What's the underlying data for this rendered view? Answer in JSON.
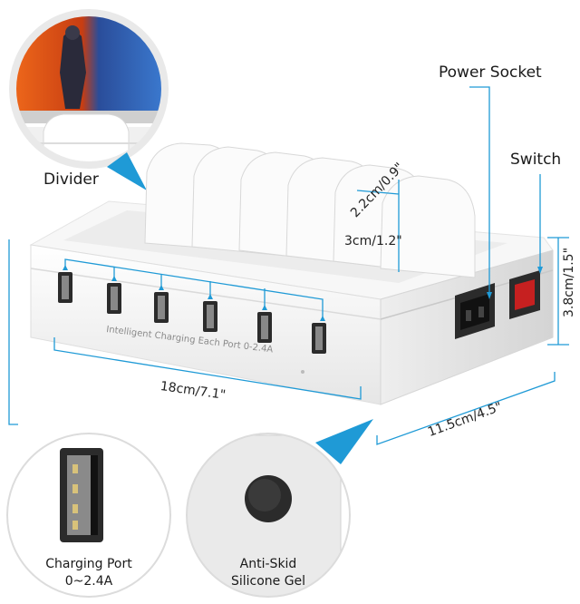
{
  "labels": {
    "divider": "Divider",
    "power_socket": "Power Socket",
    "switch": "Switch",
    "charging_port_line1": "Charging Port",
    "charging_port_line2": "0~2.4A",
    "anti_skid_line1": "Anti-Skid",
    "anti_skid_line2": "Silicone Gel",
    "front_print": "Intelligent Charging Each Port 0-2.4A"
  },
  "dimensions": {
    "length": "18cm/7.1\"",
    "width": "11.5cm/4.5\"",
    "height": "3.8cm/1.5\"",
    "slot_gap": "2.2cm/0.9\"",
    "divider_height": "3cm/1.2\""
  },
  "colors": {
    "accent": "#1f9ad6",
    "body": "#f2f2f2",
    "shadow": "#d9d9d9",
    "dark": "#2b2b2b"
  }
}
